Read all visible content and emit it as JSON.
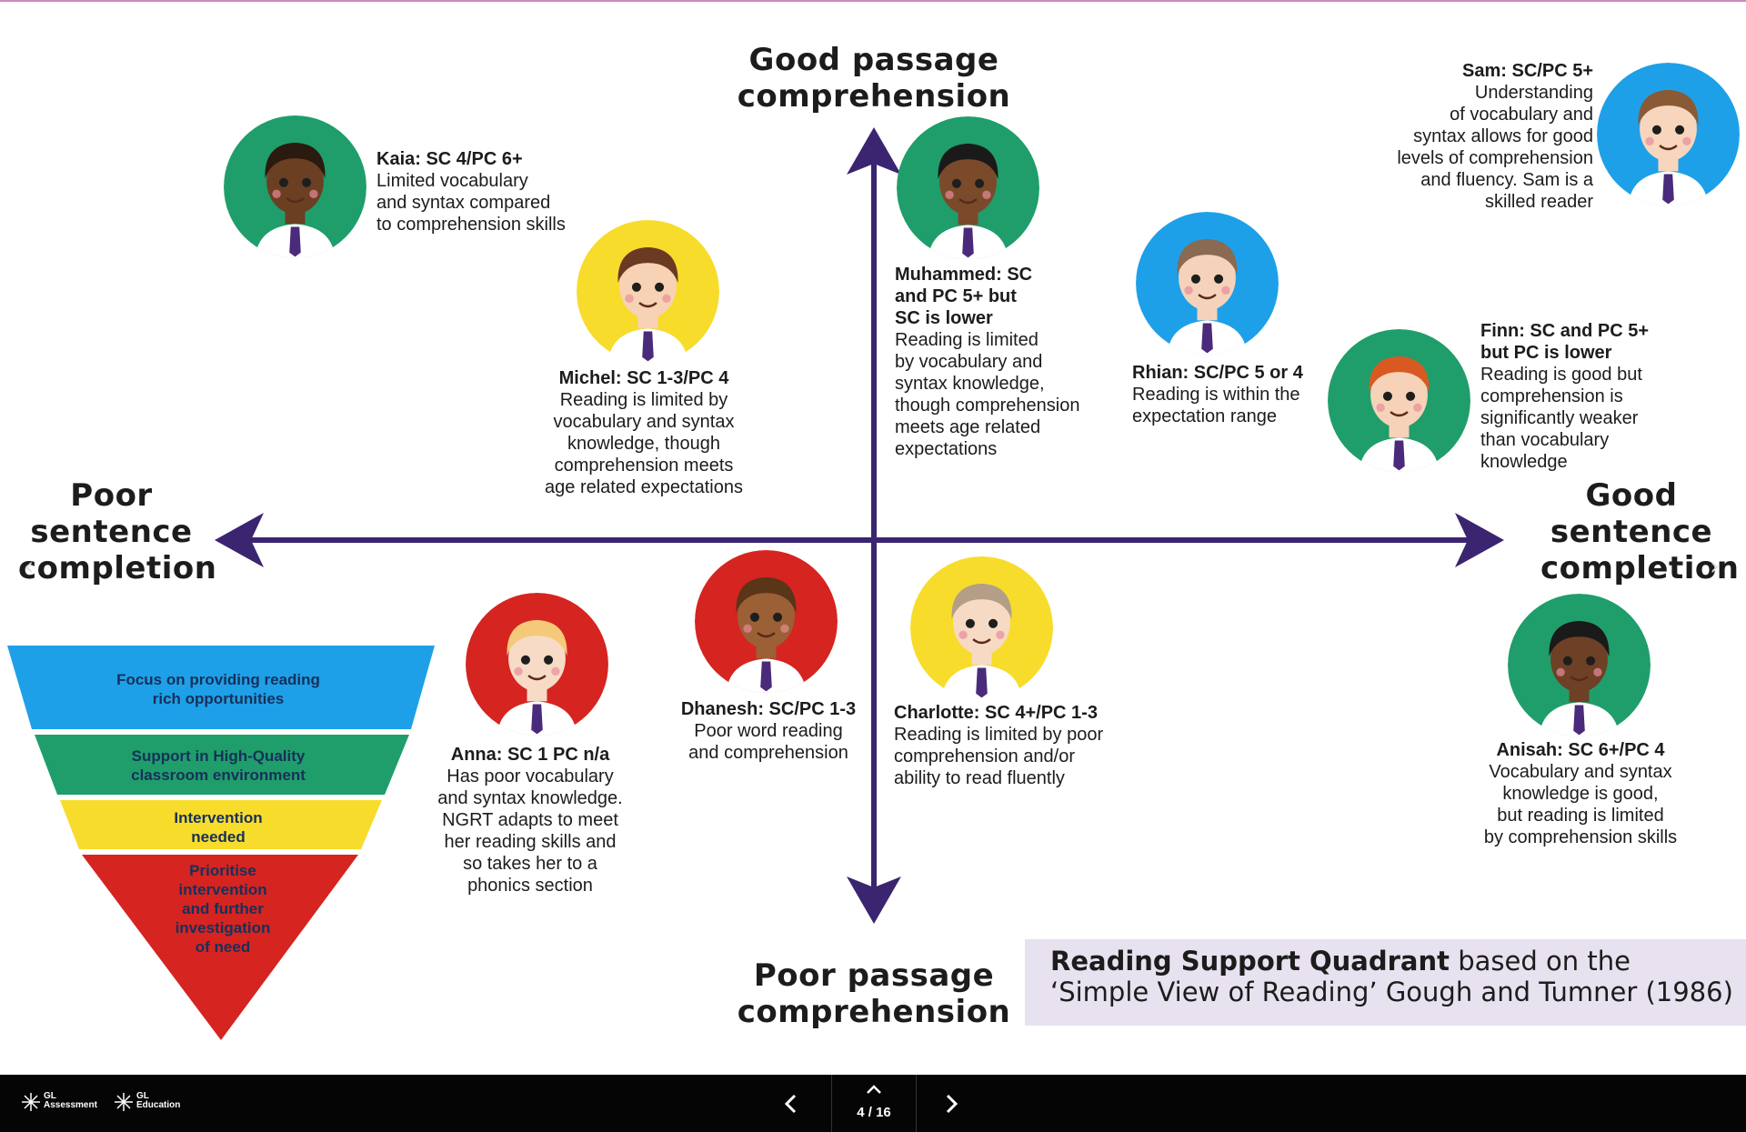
{
  "axes": {
    "top": "Good passage\ncomprehension",
    "bottom": "Poor passage\ncomprehension",
    "left": "Poor\nsentence\ncompletion",
    "right": "Good\nsentence\ncompletion",
    "color": "#3b2470"
  },
  "characters": [
    {
      "id": "kaia",
      "name": "Kaia: SC 4/PC 6+",
      "desc": "Limited vocabulary\nand syntax compared\nto comprehension skills",
      "bg": "#1f9e6b",
      "skin": "#6b3f22",
      "hair": "#2a1a10"
    },
    {
      "id": "michel",
      "name": "Michel: SC 1-3/PC 4",
      "desc": "Reading is limited by\nvocabulary and syntax\nknowledge, though\ncomprehension meets\nage related expectations",
      "bg": "#f7dc2c",
      "skin": "#f7d2b4",
      "hair": "#6b3a22"
    },
    {
      "id": "muhammed",
      "name": "Muhammed: SC\nand PC 5+ but\nSC is lower",
      "desc": "Reading is limited\nby vocabulary and\nsyntax knowledge,\nthough comprehension\nmeets age related\nexpectations",
      "bg": "#1f9e6b",
      "skin": "#7a4a2a",
      "hair": "#1a1a1a"
    },
    {
      "id": "sam",
      "name": "Sam: SC/PC 5+",
      "desc": "Understanding\nof vocabulary and\nsyntax allows for good\nlevels of comprehension\nand fluency. Sam is a\nskilled reader",
      "bg": "#1ea0e8",
      "skin": "#f7d6bd",
      "hair": "#8a5a36"
    },
    {
      "id": "rhian",
      "name": "Rhian: SC/PC 5 or 4",
      "desc": "Reading is within the\nexpectation range",
      "bg": "#1ea0e8",
      "skin": "#f5d3bb",
      "hair": "#8a6a50"
    },
    {
      "id": "finn",
      "name": "Finn: SC and PC 5+\nbut PC is lower",
      "desc": "Reading is good but\ncomprehension is\nsignificantly weaker\nthan vocabulary\nknowledge",
      "bg": "#1f9e6b",
      "skin": "#f6d2b8",
      "hair": "#d85a22"
    },
    {
      "id": "anna",
      "name": "Anna: SC 1 PC n/a",
      "desc": "Has poor vocabulary\nand syntax knowledge.\nNGRT adapts to meet\nher reading skills and\nso takes her to a\nphonics section",
      "bg": "#d62421",
      "skin": "#f7dbc6",
      "hair": "#f4c97a"
    },
    {
      "id": "dhanesh",
      "name": "Dhanesh: SC/PC 1-3",
      "desc": "Poor word reading\nand comprehension",
      "bg": "#d62421",
      "skin": "#9b6035",
      "hair": "#5a3518"
    },
    {
      "id": "charlotte",
      "name": "Charlotte: SC 4+/PC 1-3",
      "desc": "Reading is limited by poor\ncomprehension and/or\nability to read fluently",
      "bg": "#f7dc2c",
      "skin": "#f7dac4",
      "hair": "#b59e86"
    },
    {
      "id": "anisah",
      "name": "Anisah: SC 6+/PC 4",
      "desc": "Vocabulary and syntax\nknowledge is good,\nbut reading is limited\nby comprehension skills",
      "bg": "#1f9e6b",
      "skin": "#6e4025",
      "hair": "#1a1a1a"
    }
  ],
  "funnel": [
    {
      "text": "Focus on providing reading\nrich opportunities",
      "color": "#1ea0e8"
    },
    {
      "text": "Support in High-Quality\nclassroom environment",
      "color": "#1f9e6b"
    },
    {
      "text": "Intervention\nneeded",
      "color": "#f7dc2c"
    },
    {
      "text": "Prioritise\nintervention\nand further\ninvestigation\nof need",
      "color": "#d62421"
    }
  ],
  "caption": {
    "bold": "Reading Support Quadrant",
    "rest": " based on the\n‘Simple View of Reading’ Gough and Tumner (1986)"
  },
  "footer": {
    "logo1": "GL\nAssessment",
    "logo2": "GL\nEducation",
    "page": "4 / 16",
    "prev_icon": "chevron-left-icon",
    "next_icon": "chevron-right-icon",
    "up_icon": "chevron-up-icon"
  }
}
